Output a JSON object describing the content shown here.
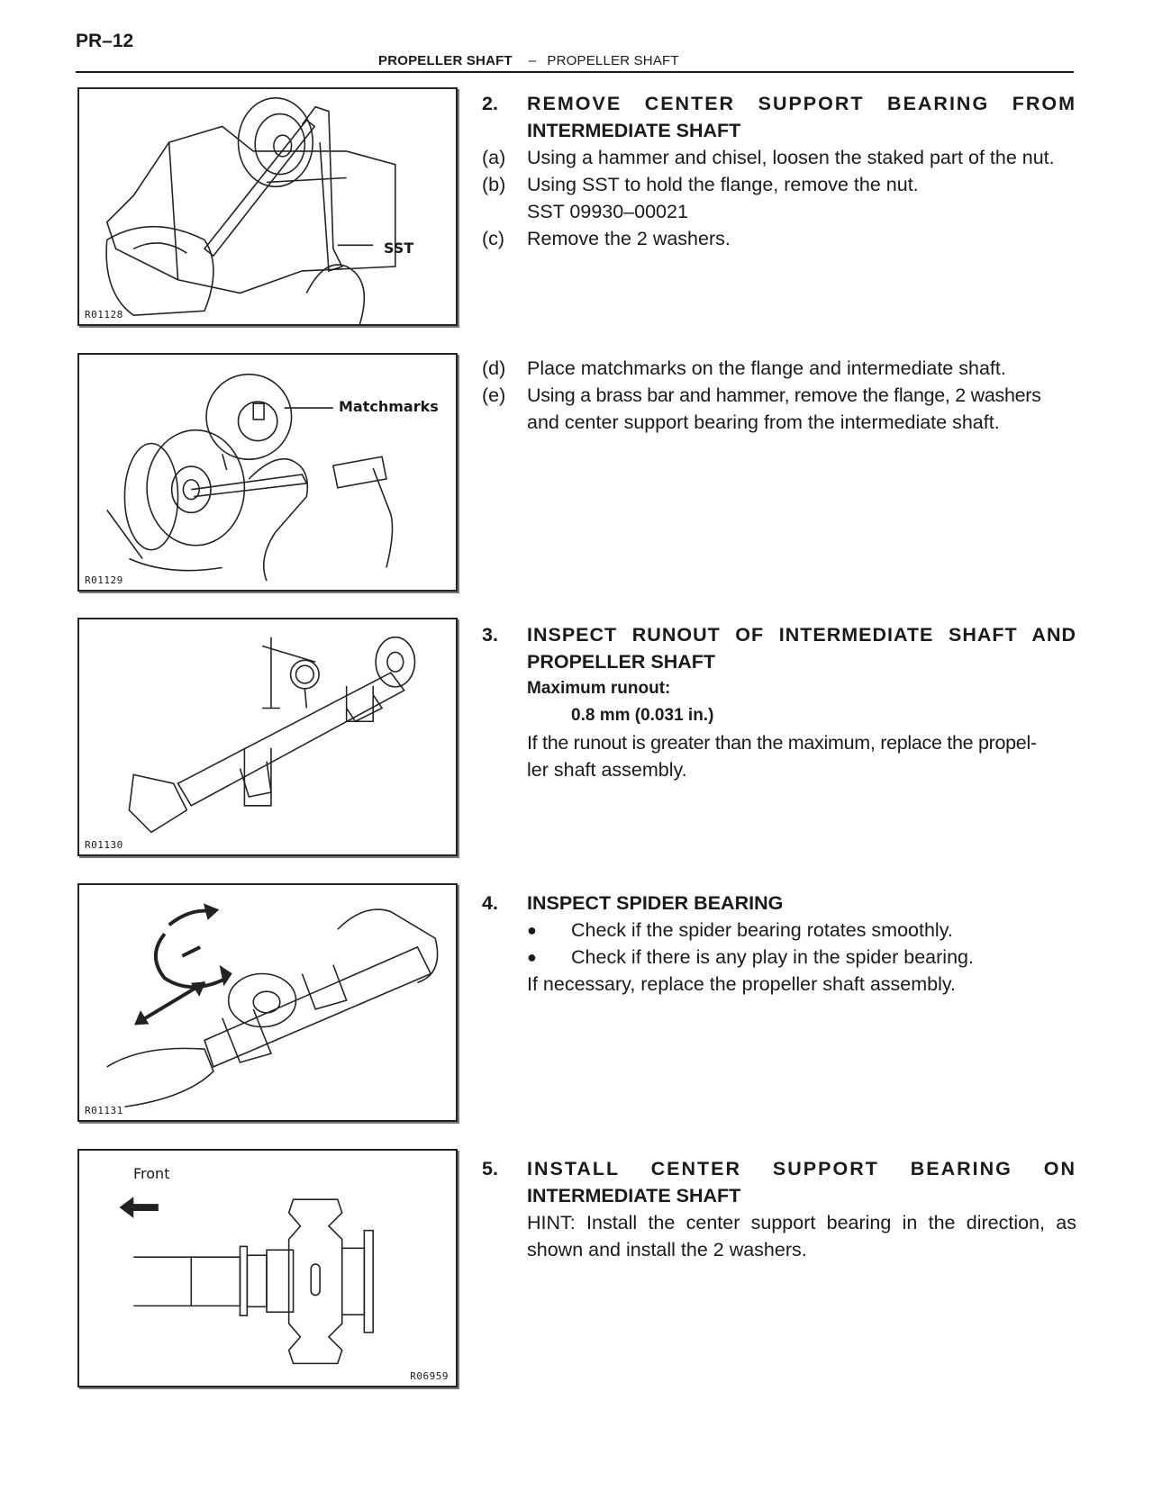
{
  "header": {
    "page_number": "PR–12",
    "section": "PROPELLER SHAFT",
    "separator": "–",
    "subsection": "PROPELLER SHAFT"
  },
  "figures": [
    {
      "code": "R01128",
      "callout": "SST",
      "icon": "wrench-and-sst-holding-flange-illustration"
    },
    {
      "code": "R01129",
      "callout": "Matchmarks",
      "icon": "brass-bar-and-hammer-illustration"
    },
    {
      "code": "R01130",
      "icon": "dial-indicator-on-shaft-illustration"
    },
    {
      "code": "R01131",
      "icon": "spider-bearing-check-illustration"
    },
    {
      "code": "R06959",
      "callout": "Front",
      "icon": "center-support-bearing-direction-illustration"
    }
  ],
  "steps": {
    "s2": {
      "number": "2.",
      "title_line1": "REMOVE CENTER SUPPORT BEARING FROM",
      "title_line2": "INTERMEDIATE SHAFT",
      "a_label": "(a)",
      "a_text": "Using a hammer and chisel, loosen the staked part of the nut.",
      "b_label": "(b)",
      "b_text": "Using SST to hold the flange, remove the nut.",
      "b_sst": "SST  09930–00021",
      "c_label": "(c)",
      "c_text": "Remove the 2 washers.",
      "d_label": "(d)",
      "d_text": "Place matchmarks on the flange and intermediate shaft.",
      "e_label": "(e)",
      "e_text_line1": "Using a brass bar and hammer, remove the flange, 2 washers",
      "e_text_line2": "and center support bearing from the intermediate shaft."
    },
    "s3": {
      "number": "3.",
      "title_line1": "INSPECT RUNOUT OF INTERMEDIATE SHAFT AND",
      "title_line2": "PROPELLER SHAFT",
      "spec_label": "Maximum runout:",
      "spec_value": "0.8 mm (0.031 in.)",
      "text_line1": "If the runout is greater than the maximum, replace the propel-",
      "text_line2": "ler shaft assembly."
    },
    "s4": {
      "number": "4.",
      "title": "INSPECT SPIDER BEARING",
      "bullet_symbol": "●",
      "bullet1": "Check if the spider bearing rotates smoothly.",
      "bullet2": "Check if there is any play in the spider bearing.",
      "text": "If necessary, replace the propeller shaft assembly."
    },
    "s5": {
      "number": "5.",
      "title_line1": "INSTALL CENTER SUPPORT BEARING ON",
      "title_line2": "INTERMEDIATE SHAFT",
      "hint_line1": "HINT: Install the center support bearing in the direction, as",
      "hint_line2": "shown and install the 2 washers."
    }
  }
}
